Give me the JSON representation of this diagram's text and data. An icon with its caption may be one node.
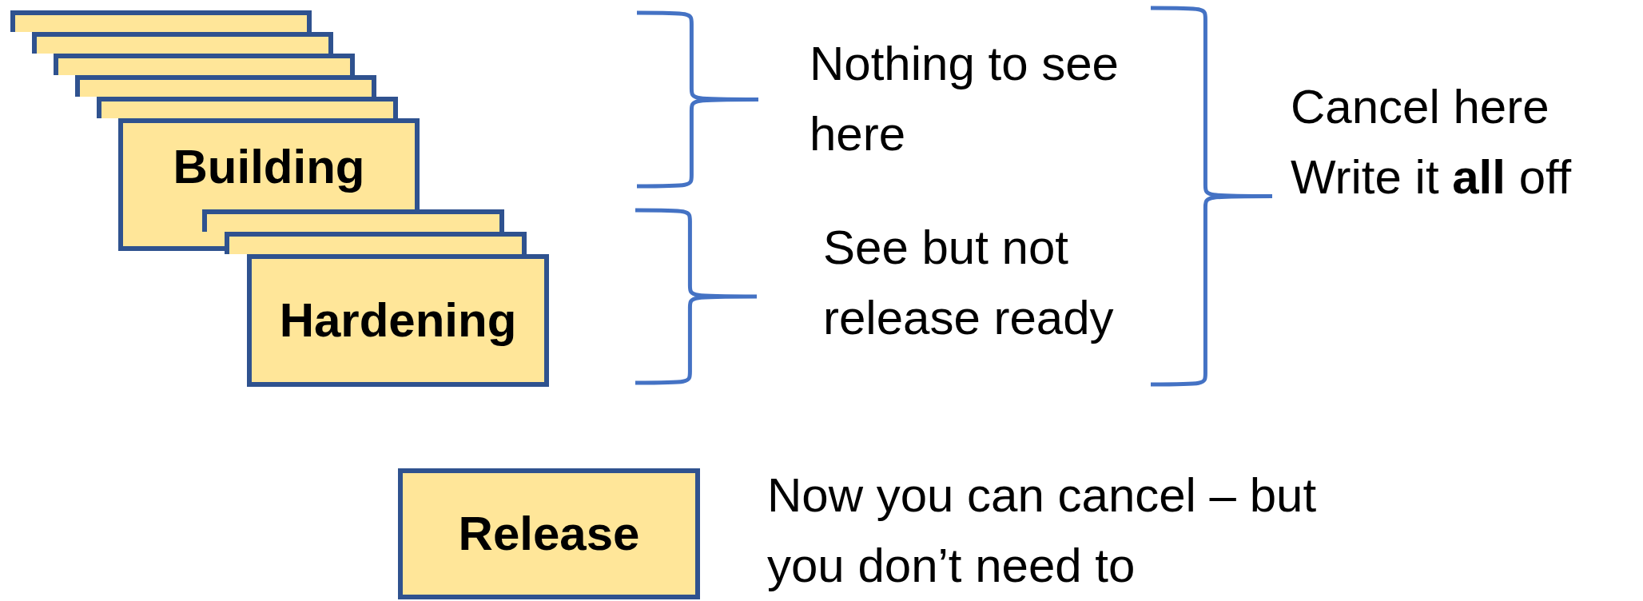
{
  "diagram": {
    "nodes": [
      {
        "text": [],
        "shape": "box"
      },
      {
        "text": [],
        "shape": "box"
      },
      {
        "text": [],
        "shape": "box"
      },
      {
        "text": [],
        "shape": "box"
      },
      {
        "text": [],
        "shape": "box"
      },
      {
        "text": [
          "Building"
        ]
      },
      {
        "text": [],
        "shape": "box"
      },
      {
        "text": [],
        "shape": "box"
      },
      {
        "text": [
          "Hardening"
        ]
      },
      {
        "text": [
          "Release"
        ]
      }
    ],
    "labels": [
      "Nothing to see here",
      "See but not release ready",
      "Cancel here",
      "Write it **all** off",
      "Now you can cancel – but you don’t need to"
    ]
  }
}
